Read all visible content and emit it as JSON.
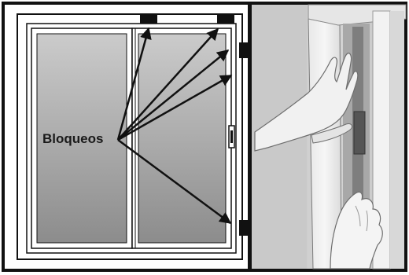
{
  "diagram": {
    "callout_label": "Bloqueos",
    "callout_target_count": 5
  },
  "colors": {
    "outline": "#111111",
    "frame_white": "#ffffff",
    "glass_top": "#c8c8c8",
    "glass_bottom": "#8e8e8e",
    "lock_fill": "#111111",
    "photo_wall": "#d2d2d2"
  },
  "photo": {
    "subject": "hands-checking-window-frame-lock"
  }
}
